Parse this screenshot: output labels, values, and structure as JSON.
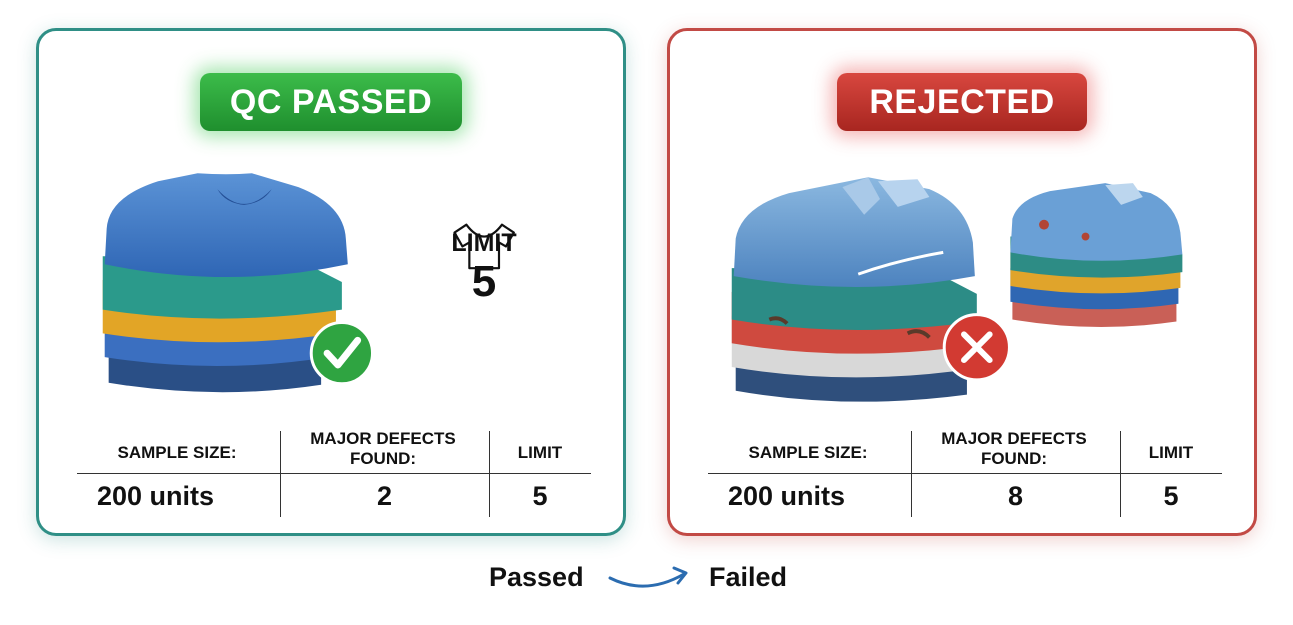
{
  "passed_panel": {
    "badge": "QC PASSED",
    "limit_label": "LIMIT",
    "limit_value": "5",
    "headers": {
      "sample_size": "SAMPLE SIZE:",
      "major_defects_line1": "MAJOR DEFECTS",
      "major_defects_line2": "FOUND:",
      "limit": "LIMIT"
    },
    "values": {
      "sample_size": "200 units",
      "major_defects": "2",
      "limit": "5"
    },
    "status_icon": "check-icon",
    "accent": "#2f8f86",
    "badge_color": "#27a33a"
  },
  "rejected_panel": {
    "badge": "REJECTED",
    "headers": {
      "sample_size": "SAMPLE SIZE:",
      "major_defects_line1": "MAJOR DEFECTS",
      "major_defects_line2": "FOUND:",
      "limit": "LIMIT"
    },
    "values": {
      "sample_size": "200 units",
      "major_defects": "8",
      "limit": "5"
    },
    "status_icon": "cross-icon",
    "accent": "#c24a45",
    "badge_color": "#c0302a"
  },
  "footer": {
    "from": "Passed",
    "to": "Failed",
    "arrow_icon": "curved-arrow-icon"
  }
}
